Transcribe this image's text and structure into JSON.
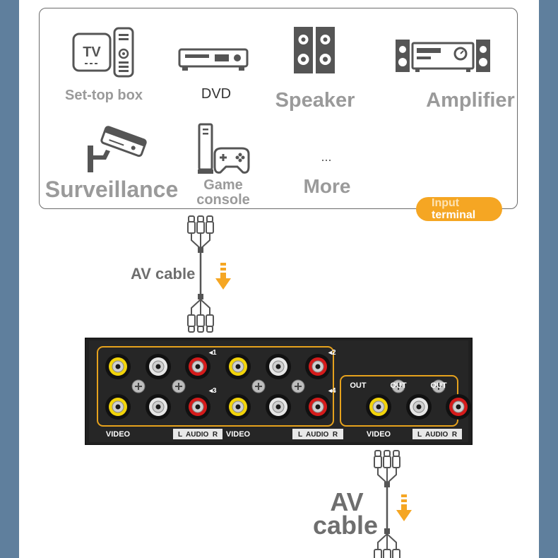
{
  "devices": {
    "settop": {
      "label": "Set-top box",
      "icon_text": "TV"
    },
    "dvd": {
      "label": "DVD"
    },
    "speaker": {
      "label": "Speaker"
    },
    "amplifier": {
      "label": "Amplifier"
    },
    "surveillance": {
      "label": "Surveillance"
    },
    "game": {
      "label_line1": "Game",
      "label_line2": "console"
    },
    "more": {
      "dots": "...",
      "label": "More"
    }
  },
  "input_badge": {
    "line1": "Input",
    "line2": "terminal"
  },
  "cables": {
    "top_label": "AV cable",
    "bottom_line1": "AV",
    "bottom_line2": "cable"
  },
  "switch": {
    "group_labels": {
      "g1": "1",
      "g2": "2",
      "g3": "3",
      "g4": "4"
    },
    "video_label": "VIDEO",
    "audio_label": "L  AUDIO  R",
    "out_label": "OUT"
  },
  "colors": {
    "accent_orange": "#f5a623",
    "port_yellow": "#f2d40a",
    "port_white": "#e6e6e6",
    "port_red": "#d51b1b",
    "device_gray": "#555555",
    "page_border": "#5f7f9d"
  }
}
